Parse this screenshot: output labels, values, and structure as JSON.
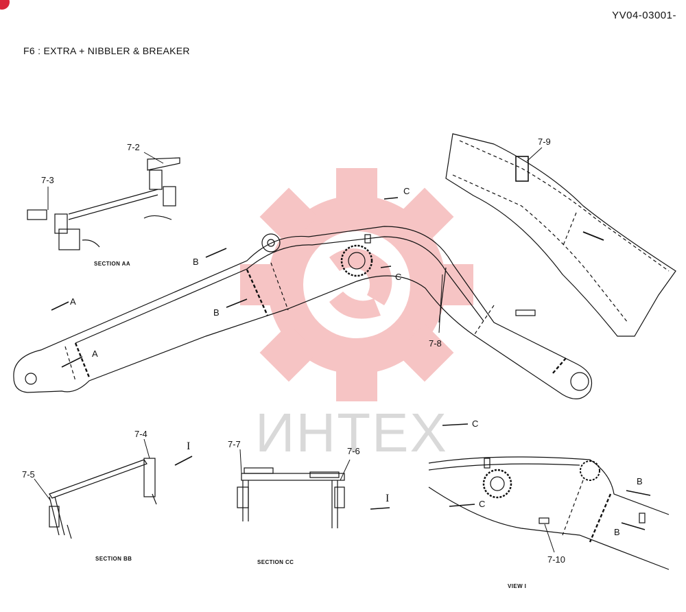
{
  "header": {
    "doc_code": "YV04-03001-",
    "title": "F6 : EXTRA + NIBBLER & BREAKER"
  },
  "watermark": {
    "text": "ИНТЕХ",
    "color": "#f4b3b3"
  },
  "labels": {
    "p7_2": "7-2",
    "p7_3": "7-3",
    "p7_4": "7-4",
    "p7_5": "7-5",
    "p7_6": "7-6",
    "p7_7": "7-7",
    "p7_8": "7-8",
    "p7_9": "7-9",
    "p7_10": "7-10"
  },
  "section_marks": {
    "a1": "A",
    "a2": "A",
    "b1": "B",
    "b2": "B",
    "b3": "B",
    "b4": "B",
    "c1": "C",
    "c2": "C",
    "c3": "C",
    "c4": "C",
    "i1": "I",
    "i2": "I"
  },
  "section_titles": {
    "aa": "SECTION AA",
    "bb": "SECTION BB",
    "cc": "SECTION CC",
    "view_i": "VIEW I"
  },
  "colors": {
    "line": "#111111",
    "accent": "#d9263a"
  }
}
